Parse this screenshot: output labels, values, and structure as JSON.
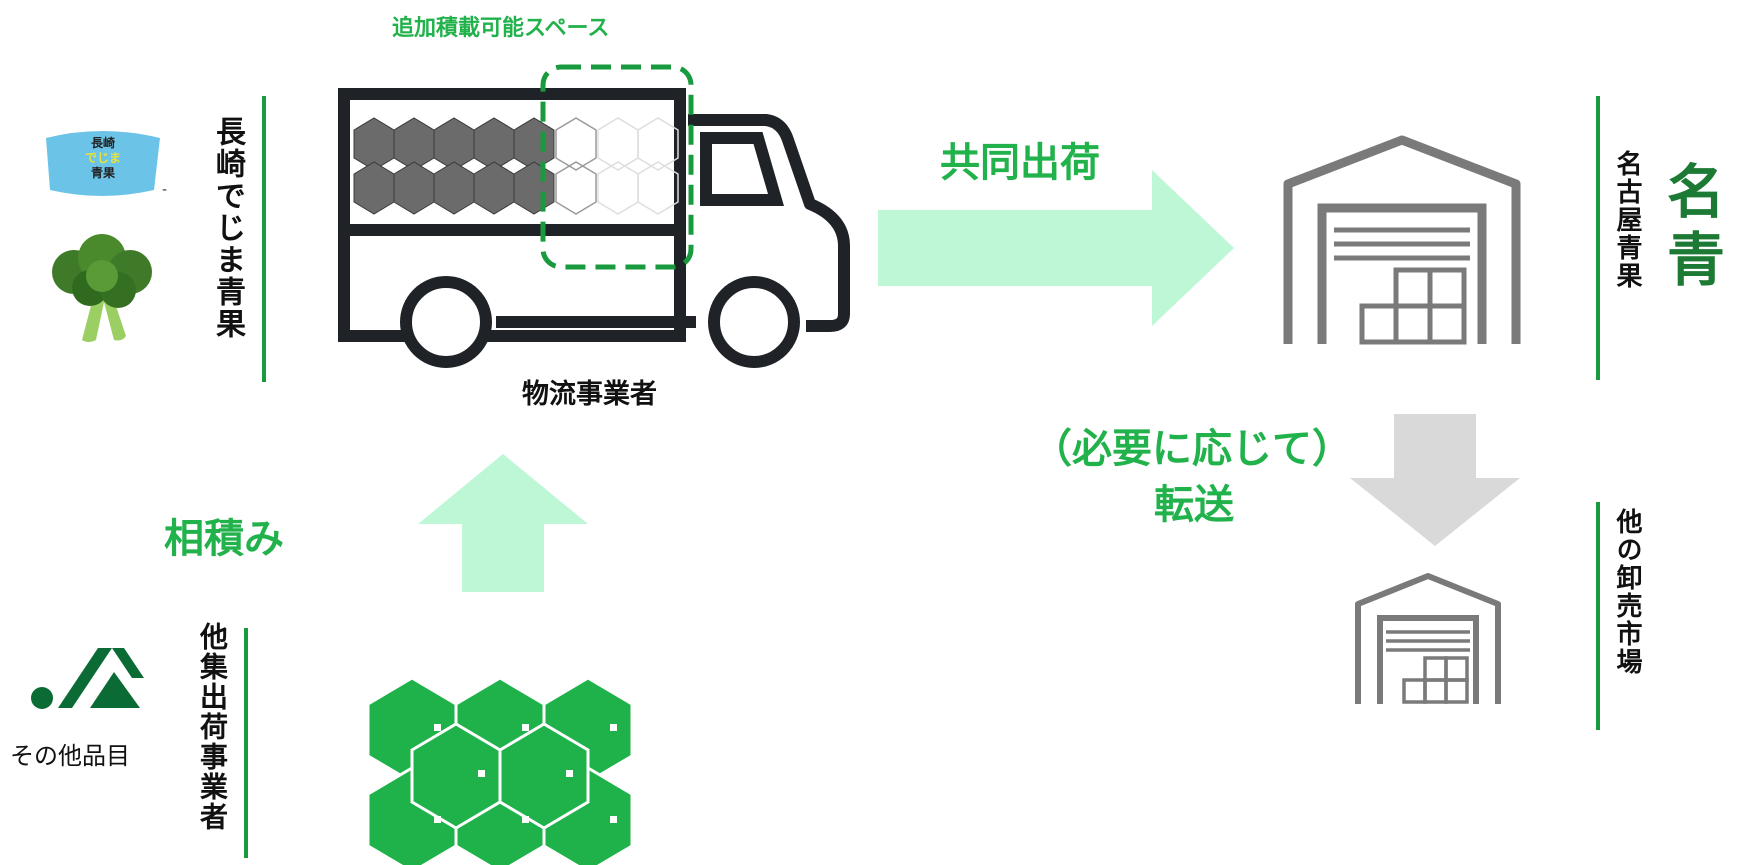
{
  "colors": {
    "accent_green": "#22b24c",
    "dark_green": "#1a9a3f",
    "arrow_light_green": "#bdf7d6",
    "arrow_gray": "#d9d9d9",
    "truck_dark": "#1f2328",
    "warehouse_gray": "#7a7a7a"
  },
  "labels": {
    "extra_space": "追加積載可能スペース",
    "logistics": "物流事業者",
    "joint_shipping": "共同出荷",
    "as_needed": "（必要に応じて）",
    "transfer": "転送",
    "consolidated": "相積み",
    "other_items": "その他品目"
  },
  "vertical_labels": {
    "nagasaki": "長崎でじま青果",
    "nagoya": "名古屋青果",
    "other_market": "他の卸売市場",
    "other_shippers": "他集出荷事業者"
  },
  "logos": {
    "nagasaki_logo_text": [
      "長崎",
      "でじま",
      "青果"
    ],
    "nagoya_logo_text": "名青"
  },
  "icons": [
    "nagasaki-logo-icon",
    "broccoli-icon",
    "truck-icon",
    "warehouse-icon",
    "ja-logo-icon",
    "boxes-icon"
  ]
}
